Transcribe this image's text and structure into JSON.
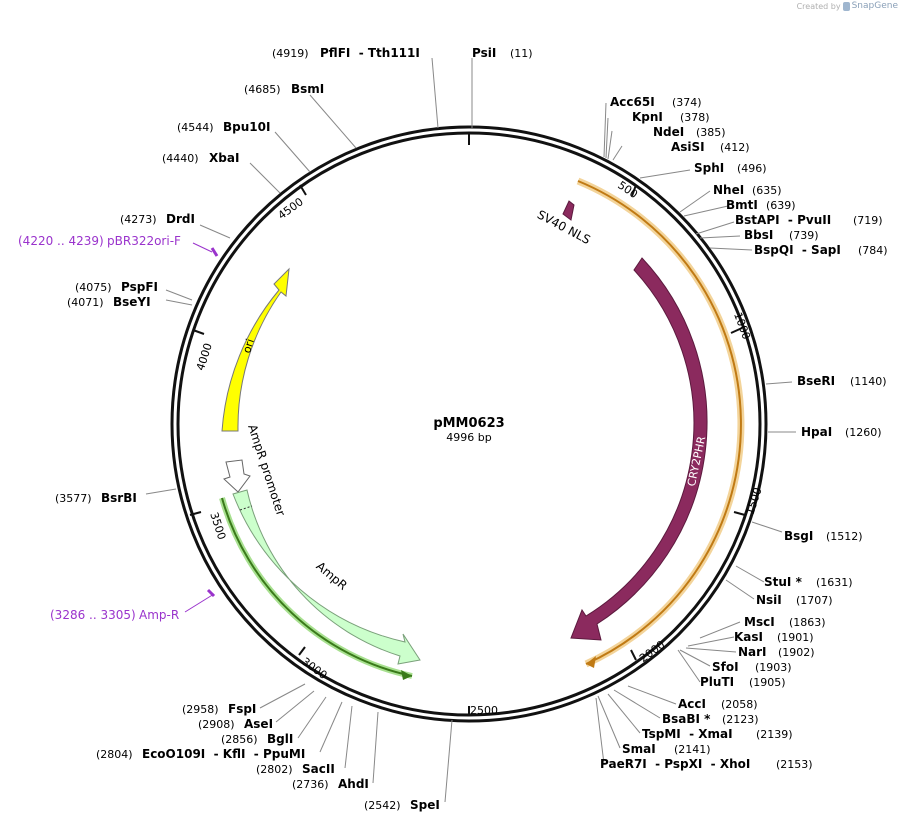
{
  "credit": {
    "prefix": "Created by",
    "brand": "SnapGene"
  },
  "plasmid": {
    "name": "pMM0623",
    "length_label": "4996 bp",
    "length": 4996
  },
  "ticks": [
    "500",
    "1000",
    "1500",
    "2000",
    "2500",
    "3000",
    "3500",
    "4000",
    "4500"
  ],
  "features": [
    {
      "name": "SV40 NLS",
      "color": "#8b2a5e"
    },
    {
      "name": "CRY2PHR",
      "color": "#8b2a5e"
    },
    {
      "name": "AmpR",
      "color": "#ccffcc"
    },
    {
      "name": "AmpR promoter",
      "color": "#ffffff"
    },
    {
      "name": "ori",
      "color": "#ffff00"
    }
  ],
  "primers": [
    {
      "pos": "(4220 .. 4239)",
      "name": "pBR322ori-F"
    },
    {
      "pos": "(3286 .. 3305)",
      "name": "Amp-R"
    }
  ],
  "sites": [
    {
      "pos": "(4919)",
      "name": "PflFI  - Tth111I"
    },
    {
      "pos": "(11)",
      "name": "PsiI"
    },
    {
      "pos": "(4685)",
      "name": "BsmI"
    },
    {
      "pos": "(4544)",
      "name": "Bpu10I"
    },
    {
      "pos": "(4440)",
      "name": "XbaI"
    },
    {
      "pos": "(4273)",
      "name": "DrdI"
    },
    {
      "pos": "(4075)",
      "name": "PspFI"
    },
    {
      "pos": "(4071)",
      "name": "BseYI"
    },
    {
      "pos": "(3577)",
      "name": "BsrBI"
    },
    {
      "pos": "(2958)",
      "name": "FspI"
    },
    {
      "pos": "(2908)",
      "name": "AseI"
    },
    {
      "pos": "(2856)",
      "name": "BglI"
    },
    {
      "pos": "(2804)",
      "name": "EcoO109I  - KflI  - PpuMI"
    },
    {
      "pos": "(2802)",
      "name": "SacII"
    },
    {
      "pos": "(2736)",
      "name": "AhdI"
    },
    {
      "pos": "(2542)",
      "name": "SpeI"
    },
    {
      "pos": "(374)",
      "name": "Acc65I"
    },
    {
      "pos": "(378)",
      "name": "KpnI"
    },
    {
      "pos": "(385)",
      "name": "NdeI"
    },
    {
      "pos": "(412)",
      "name": "AsiSI"
    },
    {
      "pos": "(496)",
      "name": "SphI"
    },
    {
      "pos": "(635)",
      "name": "NheI"
    },
    {
      "pos": "(639)",
      "name": "BmtI"
    },
    {
      "pos": "(719)",
      "name": "BstAPI  - PvuII"
    },
    {
      "pos": "(739)",
      "name": "BbsI"
    },
    {
      "pos": "(784)",
      "name": "BspQI  - SapI"
    },
    {
      "pos": "(1140)",
      "name": "BseRI"
    },
    {
      "pos": "(1260)",
      "name": "HpaI"
    },
    {
      "pos": "(1512)",
      "name": "BsgI"
    },
    {
      "pos": "(1631)",
      "name": "StuI *"
    },
    {
      "pos": "(1707)",
      "name": "NsiI"
    },
    {
      "pos": "(1863)",
      "name": "MscI"
    },
    {
      "pos": "(1901)",
      "name": "KasI"
    },
    {
      "pos": "(1902)",
      "name": "NarI"
    },
    {
      "pos": "(1903)",
      "name": "SfoI"
    },
    {
      "pos": "(1905)",
      "name": "PluTI"
    },
    {
      "pos": "(2058)",
      "name": "AccI"
    },
    {
      "pos": "(2123)",
      "name": "BsaBI *"
    },
    {
      "pos": "(2139)",
      "name": "TspMI  - XmaI"
    },
    {
      "pos": "(2141)",
      "name": "SmaI"
    },
    {
      "pos": "(2153)",
      "name": "PaeR7I  - PspXI  - XhoI"
    }
  ]
}
